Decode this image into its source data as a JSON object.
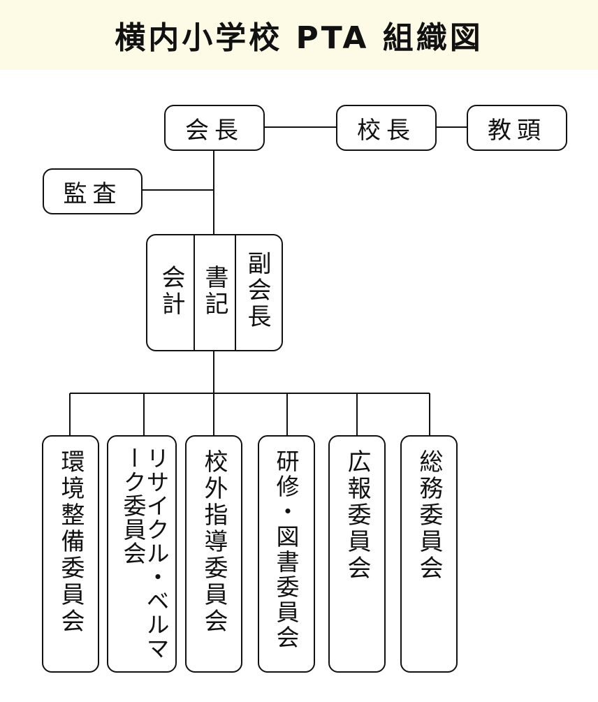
{
  "title": "横内小学校 PTA 組織図",
  "top_row": {
    "president": "会長",
    "principal": "校長",
    "vice_principal": "教頭"
  },
  "auditor": "監査",
  "officers": [
    "会計",
    "書記",
    "副会長"
  ],
  "committees": [
    "環境整備委員会",
    "リサイクル・ベルマーク委員会",
    "校外指導委員会",
    "研修・図書委員会",
    "広報委員会",
    "総務委員会"
  ]
}
